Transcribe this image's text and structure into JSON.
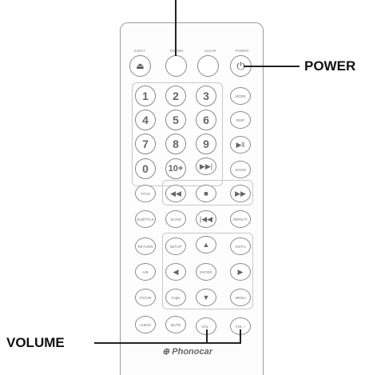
{
  "labels": {
    "power": "POWER",
    "volume": "VOLUME"
  },
  "captions": {
    "eject": "EJECT",
    "dosbs": "DS/DBS",
    "clear": "CLEAR",
    "power": "POWER"
  },
  "numbers": [
    "1",
    "2",
    "3",
    "4",
    "5",
    "6",
    "7",
    "8",
    "9",
    "0",
    "10+"
  ],
  "buttons": {
    "mode": "MODE",
    "disp": "DISP",
    "zoom": "ZOOM",
    "title": "TITLE",
    "subtitle": "SUBTITLE",
    "slow": "SLOW",
    "repeat": "REPEAT",
    "return": "RETURN",
    "setup": "SETUP",
    "goto": "GOTO",
    "ab": "A/B",
    "enter": "ENTER",
    "pgvm": "PG/VM",
    "angle": "Angle",
    "menu": "MENU",
    "audio": "AUDIO",
    "mute": "MUTE",
    "vol_minus": "VOL -",
    "vol_plus": "VOL +"
  },
  "brand": "Phonocar"
}
